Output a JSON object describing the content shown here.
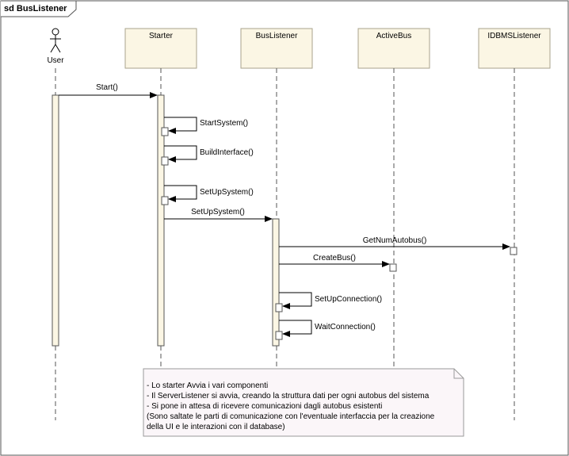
{
  "frame": {
    "title": "sd BusListener"
  },
  "actor": {
    "name": "User"
  },
  "lifelines": [
    {
      "id": "starter",
      "name": "Starter"
    },
    {
      "id": "buslistener",
      "name": "BusListener"
    },
    {
      "id": "activebus",
      "name": "ActiveBus"
    },
    {
      "id": "idbms",
      "name": "IDBMSListener"
    }
  ],
  "messages": [
    {
      "id": "start",
      "label": "Start()"
    },
    {
      "id": "startsystem",
      "label": "StartSystem()"
    },
    {
      "id": "buildinterface",
      "label": "BuildInterface()"
    },
    {
      "id": "setupsystem-self",
      "label": "SetUpSystem()"
    },
    {
      "id": "setupsystem",
      "label": "SetUpSystem()"
    },
    {
      "id": "getnumautobus",
      "label": "GetNumAutobus()"
    },
    {
      "id": "createbus",
      "label": "CreateBus()"
    },
    {
      "id": "setupconnection",
      "label": "SetUpConnection()"
    },
    {
      "id": "waitconnection",
      "label": "WaitConnection()"
    }
  ],
  "note": {
    "lines": [
      "- Lo starter Avvia i vari componenti",
      "- Il ServerListener si avvia, creando la struttura dati per ogni autobus del sistema",
      "- Si pone in attesa di ricevere comunicazioni dagli autobus esistenti",
      "(Sono saltate le parti di comunicazione con l'eventuale interfaccia per la creazione",
      "della UI e le interazioni con il database)"
    ]
  },
  "colors": {
    "box_fill": "#fbf6e4",
    "box_border": "#a9a38c",
    "note_fill": "#fbf6f9",
    "note_border": "#9a9a9a",
    "line": "#000000"
  }
}
